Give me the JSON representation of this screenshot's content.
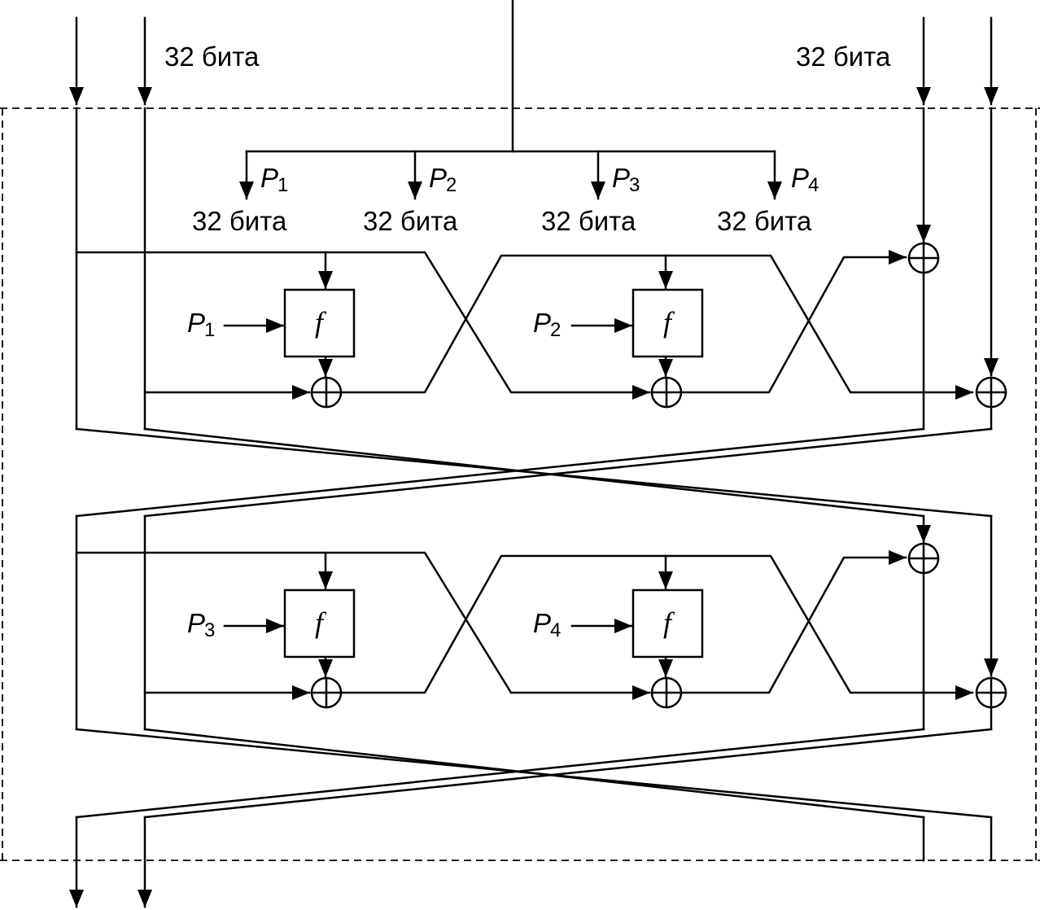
{
  "top_labels": {
    "left_bits": "32 бита",
    "right_bits": "32 бита"
  },
  "subkeys": [
    {
      "letter": "P",
      "index": "1",
      "bits": "32 бита"
    },
    {
      "letter": "P",
      "index": "2",
      "bits": "32 бита"
    },
    {
      "letter": "P",
      "index": "3",
      "bits": "32 бита"
    },
    {
      "letter": "P",
      "index": "4",
      "bits": "32 бита"
    }
  ],
  "rounds": [
    {
      "keys": [
        {
          "letter": "P",
          "index": "1"
        },
        {
          "letter": "P",
          "index": "2"
        }
      ]
    },
    {
      "keys": [
        {
          "letter": "P",
          "index": "3"
        },
        {
          "letter": "P",
          "index": "4"
        }
      ]
    }
  ],
  "function_label": "f",
  "xor_symbol": "⊕"
}
